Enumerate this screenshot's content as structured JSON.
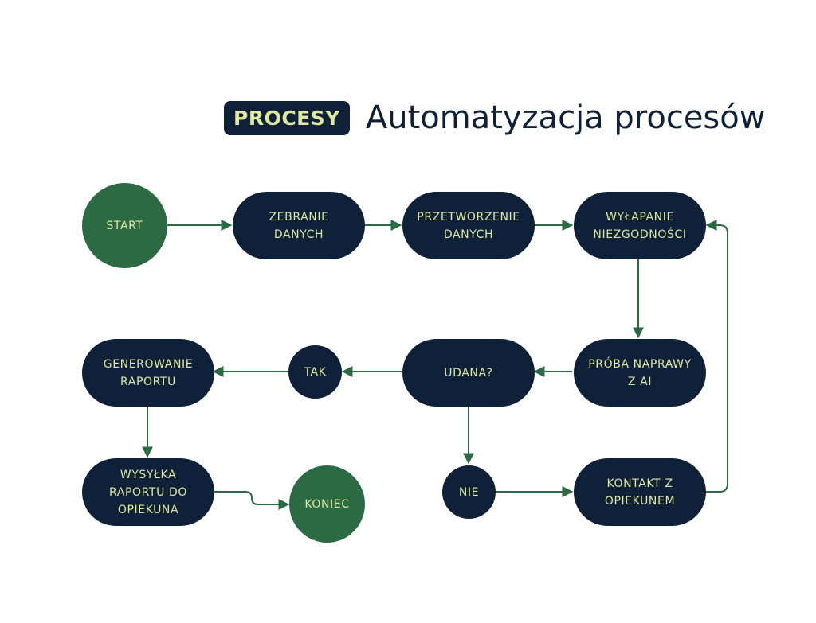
{
  "header": {
    "badge": "PROCESY",
    "title": "Automatyzacja procesów"
  },
  "colors": {
    "node_dark": "#0f2138",
    "node_green": "#2c6a44",
    "node_text": "#dfe7a1",
    "arrow": "#2c6a44"
  },
  "nodes": {
    "start": "START",
    "collect": "ZEBRANIE\nDANYCH",
    "process": "PRZETWORZENIE\nDANYCH",
    "detect": "WYŁAPANIE\nNIEZGODNOŚCI",
    "repair": "PRÓBA NAPRAWY\nZ AI",
    "success": "UDANA?",
    "yes": "TAK",
    "report": "GENEROWANIE\nRAPORTU",
    "send": "WYSYŁKA\nRAPORTU DO\nOPIEKUNA",
    "end": "KONIEC",
    "no": "NIE",
    "contact": "KONTAKT Z\nOPIEKUNEM"
  }
}
